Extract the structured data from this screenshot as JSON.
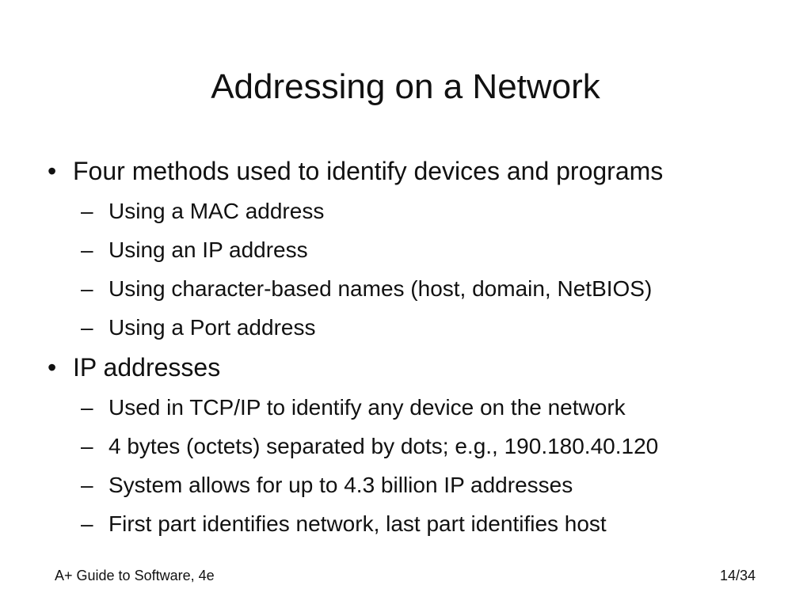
{
  "slide": {
    "title": "Addressing on a Network",
    "bullet_mark": "•",
    "sub_mark": "–",
    "bullets": [
      {
        "text": "Four methods used to identify devices and programs",
        "subs": [
          "Using a MAC address",
          "Using an IP address",
          "Using character-based names (host, domain, NetBIOS)",
          "Using a Port address"
        ]
      },
      {
        "text": "IP addresses",
        "subs": [
          "Used in TCP/IP to identify any device on the network",
          "4 bytes (octets) separated by dots; e.g., 190.180.40.120",
          "System allows for up to 4.3 billion IP addresses",
          "First part identifies network, last part identifies host"
        ]
      }
    ]
  },
  "footer": {
    "left": "A+ Guide to Software, 4e",
    "page": "14/34"
  }
}
